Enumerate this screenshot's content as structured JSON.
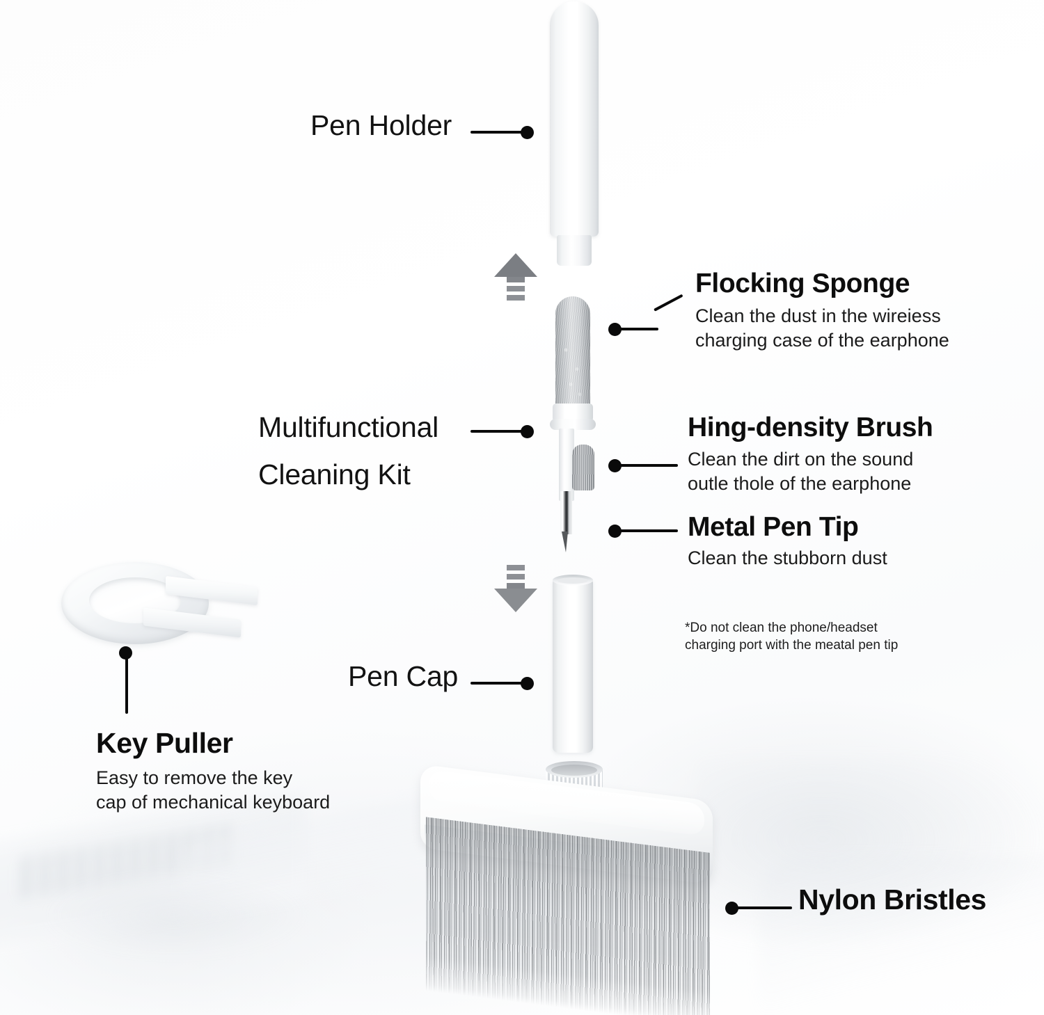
{
  "product": {
    "name": "Multifunctional Cleaning Kit"
  },
  "callouts": {
    "pen_holder": {
      "title": "Pen Holder"
    },
    "kit": {
      "title_line1": "Multifunctional",
      "title_line2": "Cleaning Kit"
    },
    "pen_cap": {
      "title": "Pen Cap"
    },
    "flocking_sponge": {
      "title": "Flocking Sponge",
      "description": "Clean the dust in the wireiess\ncharging case of the earphone"
    },
    "high_density_brush": {
      "title": "Hing-density Brush",
      "description": "Clean the dirt on the sound\noutle thole of the earphone"
    },
    "metal_pen_tip": {
      "title": "Metal Pen Tip",
      "description": "Clean the stubborn dust"
    },
    "nylon_bristles": {
      "title": "Nylon Bristles"
    },
    "key_puller": {
      "title": "Key Puller",
      "description": "Easy to remove the key\ncap of mechanical keyboard"
    }
  },
  "footnote": {
    "text": "*Do not clean the phone/headset\ncharging port with the meatal pen tip"
  },
  "icons": {
    "assemble_up": "arrow-up-icon",
    "assemble_down": "arrow-down-icon"
  },
  "colors": {
    "text": "#121212",
    "leader": "#0a0a0a",
    "arrow": "#83868b",
    "plastic_white": "#ffffff",
    "bristle_grey": "#9ca0a4",
    "background": "#ffffff"
  }
}
